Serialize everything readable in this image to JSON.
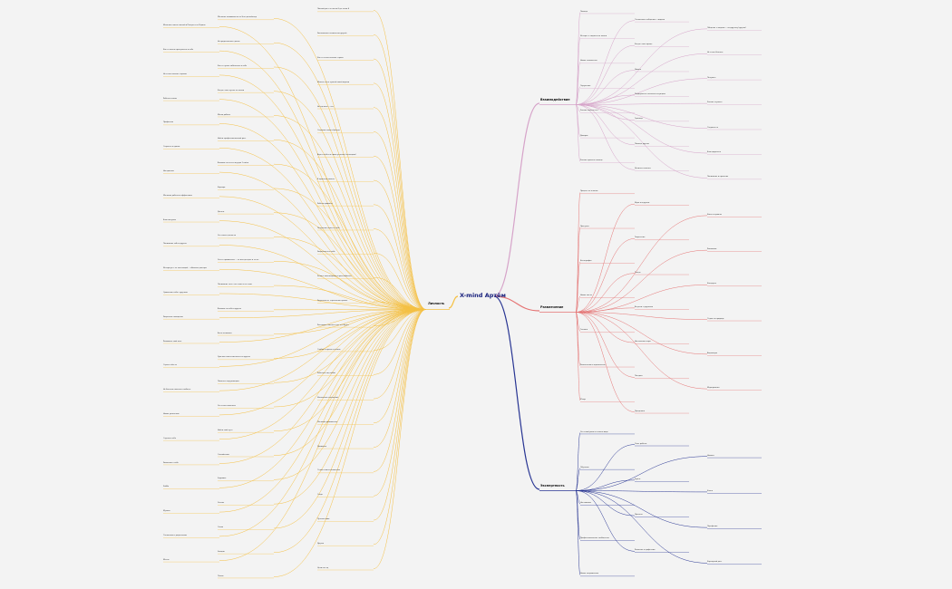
{
  "center": "X-mind Артём",
  "branches": {
    "lichnost": {
      "label": "Личность",
      "color": "#f5c042",
      "nodes": [
        "Личный рост за почти 6 до точки 6",
        "Желание появившееся за 3нет-день/вечер",
        "Менялась жизнь личной в Питере и не Родине",
        "Увеличилось количество друзей",
        "Но продолжение сделок",
        "Как то много пространств в себе",
        "Как то стало меньше страха",
        "Как то лучше заботиться о себе",
        "Но стало меньше страхов",
        "Можно стать лучшей своей версии",
        "Когда стало лучше по жизни",
        "Работа и связи",
        "Не сделано — нет",
        "Маска работы",
        "Профессия",
        "Создание своего бренда",
        "Найти профессиональный рост",
        "Старость и кризис",
        "Вере в себя и в своих успехах (потенциал)",
        "Влияние на что-то внутри 1 сайта",
        "Настроение",
        "В процессе поиска",
        "Карьера",
        "Желание работать эффективно",
        "Работа нравится",
        "Деньги",
        "Благополучие",
        "Получение опыта и себя",
        "Что такое ценности",
        "Понимание себя и других",
        "Уверенность в себе",
        "Что-то правильное — не всегда одно и то же",
        "Интересует: не настоящий — обычные доктора",
        "Решать свои вопросы и расслабиться",
        "Понимание того, что стоит и не стоит",
        "Сравнение себя с другими",
        "Уверенность, стремление кризис",
        "Влияние на себя и других",
        "Уверенное поведение",
        "Разговор о жизни и том, что будет",
        "Быть активным",
        "Развивать свой мозг",
        "Слабые стороны и плюсы",
        "Чувство ответственности за других",
        "Страх в чём-то",
        "Работать над собой",
        "Помогать окружающим",
        "Не бояться показать слабость",
        "Изменение отношений",
        "Что стоит изменить",
        "Новые увлечения",
        "Желание развиваться",
        "Найти свой путь",
        "Слушать себя",
        "Привычки",
        "Спокойствие",
        "Уважение к себе",
        "Отдых и восстановление",
        "Здоровье",
        "Хобби",
        "Спорт",
        "Чтение",
        "Музыка",
        "Путешествия",
        "Семья",
        "Отношения с родителями",
        "Друзья",
        "Эмоции",
        "Мечты",
        "Цели на год",
        "Планы"
      ]
    },
    "vzaimodeistvie": {
      "label": "Взаимодействие",
      "color": "#d6a3c9",
      "nodes": [
        "Помощь",
        "Отношение и общение с людьми",
        "Общение с людьми — по-другому (другие)",
        "Интерес к людям и их жизни",
        "Когда стало проще",
        "Не стоит бояться",
        "Новые знакомства",
        "Давать",
        "Получать",
        "Окружение",
        "Поддержка в сложных ситуациях",
        "Умение слушать",
        "Умение сказать нет",
        "Границы",
        "Открытость",
        "Доверие",
        "Помощь другим",
        "Благодарность",
        "Умение просить помощь",
        "Делиться опытом",
        "Понимание и принятие"
      ]
    },
    "razvlechenie": {
      "label": "Развлечение",
      "color": "#e57373",
      "nodes": [
        "Процесс по планам",
        "Игры и игрушки",
        "Кино и сериалы",
        "Прогулки",
        "Творчество",
        "Рисование",
        "Фотография",
        "Танцы",
        "Концерты",
        "Новые места",
        "Встречи с друзьями",
        "Отдых на природе",
        "Готовка",
        "Настольные игры",
        "Видеоигры",
        "Развлечение в одиночестве",
        "Поездки",
        "Мероприятия",
        "Юмор",
        "Праздники"
      ]
    },
    "ekspertnost": {
      "label": "Экспертность",
      "color": "#283593",
      "nodes": [
        "Что знаю/умею и в каком виде",
        "Опыт работы",
        "Навыки",
        "Обучение",
        "Курсы",
        "Книги",
        "Наставники",
        "Проекты",
        "Портфолио",
        "Профессиональное сообщество",
        "Развитие в профессии",
        "Карьерный рост",
        "Новые направления"
      ]
    }
  }
}
